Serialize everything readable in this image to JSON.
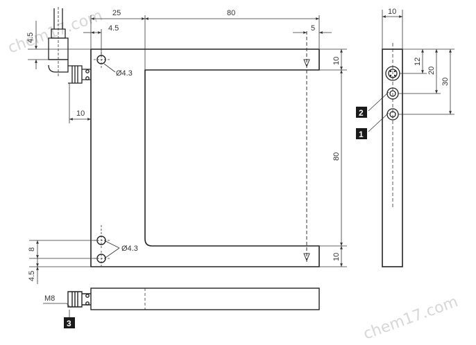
{
  "dims": {
    "top_25": "25",
    "top_80": "80",
    "side_10_top": "10",
    "left_4_5_top": "4.5",
    "inner_4_5": "4.5",
    "right_5": "5",
    "hole_top": "Ø4.3",
    "connector_10": "10",
    "right_10_top": "10",
    "right_80": "80",
    "right_10_bottom": "10",
    "left_8": "8",
    "hole_bottom": "Ø4.3",
    "left_4_5_bottom": "4.5",
    "m8": "M8",
    "side_12": "12",
    "side_20": "20",
    "side_30": "30"
  },
  "callouts": [
    "2",
    "1",
    "3"
  ],
  "watermarks": [
    "chem17.com",
    "chem17.com"
  ]
}
